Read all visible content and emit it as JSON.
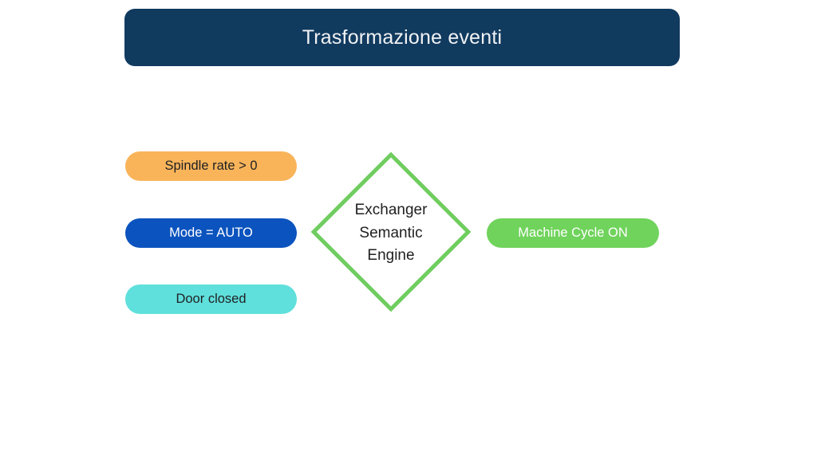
{
  "slide": {
    "background_color": "#ffffff"
  },
  "header": {
    "title": "Trasformazione eventi",
    "bg_color": "#113a5f",
    "text_color": "#f1f3f4"
  },
  "inputs": [
    {
      "label": "Spindle rate > 0",
      "bg_color": "#f9b45a",
      "text_color": "#202124"
    },
    {
      "label": "Mode = AUTO",
      "bg_color": "#0b53be",
      "text_color": "#ffffff"
    },
    {
      "label": "Door closed",
      "bg_color": "#5fe0dc",
      "text_color": "#202124"
    }
  ],
  "engine": {
    "label": "Exchanger\nSemantic\nEngine",
    "border_color": "#6fcd5f",
    "text_color": "#212121"
  },
  "output": {
    "label": "Machine Cycle ON",
    "bg_color": "#70d35c",
    "text_color": "#ffffff"
  }
}
